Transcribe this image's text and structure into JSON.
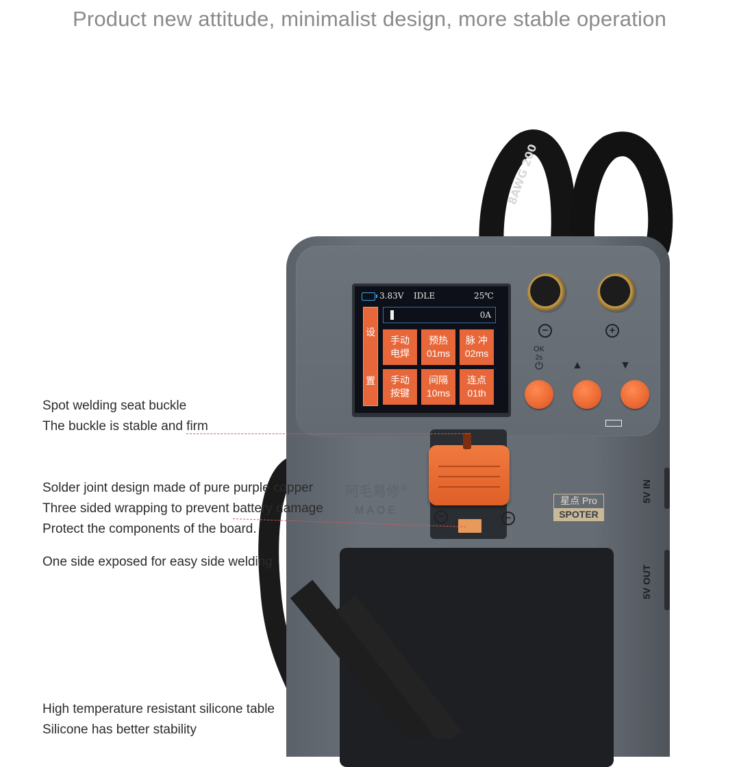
{
  "headline": "Product new attitude, minimalist design, more stable operation",
  "callouts": {
    "buckle": [
      "Spot welding seat buckle",
      "The buckle is stable and firm"
    ],
    "solder": [
      "Solder joint design made of pure purple copper",
      "Three sided wrapping to prevent battery damage",
      "Protect the components of the board."
    ],
    "side": [
      "One side exposed for easy side welding"
    ],
    "silicone": [
      "High temperature resistant silicone table",
      "Silicone has better stability"
    ]
  },
  "screen": {
    "voltage": "3.83V",
    "status": "IDLE",
    "temperature": "25℃",
    "current": "0A",
    "side_tab": [
      "设",
      "置"
    ],
    "cells": [
      [
        "手动",
        "电焊"
      ],
      [
        "预热",
        "01ms"
      ],
      [
        "脉 冲",
        "02ms"
      ],
      [
        "手动",
        "按键"
      ],
      [
        "间隔",
        "10ms"
      ],
      [
        "连点",
        "01th"
      ]
    ]
  },
  "device": {
    "cable_text": "8AWG 200",
    "minus_symbol": "−",
    "plus_symbol": "+",
    "ok_label": "OK",
    "hold_label": "2s",
    "power_icon": "power-icon",
    "up_symbol": "▲",
    "down_symbol": "▼",
    "brand_cn": "阿毛易修",
    "brand_reg": "®",
    "brand_en": "MAOE",
    "badge_cn": "星点 Pro",
    "badge_en": "SPOTER",
    "port_in": "5V IN",
    "port_out": "5V OUT"
  },
  "colors": {
    "accent": "#e8673a",
    "body": "#666c74",
    "screen_bg": "#0d1018"
  }
}
